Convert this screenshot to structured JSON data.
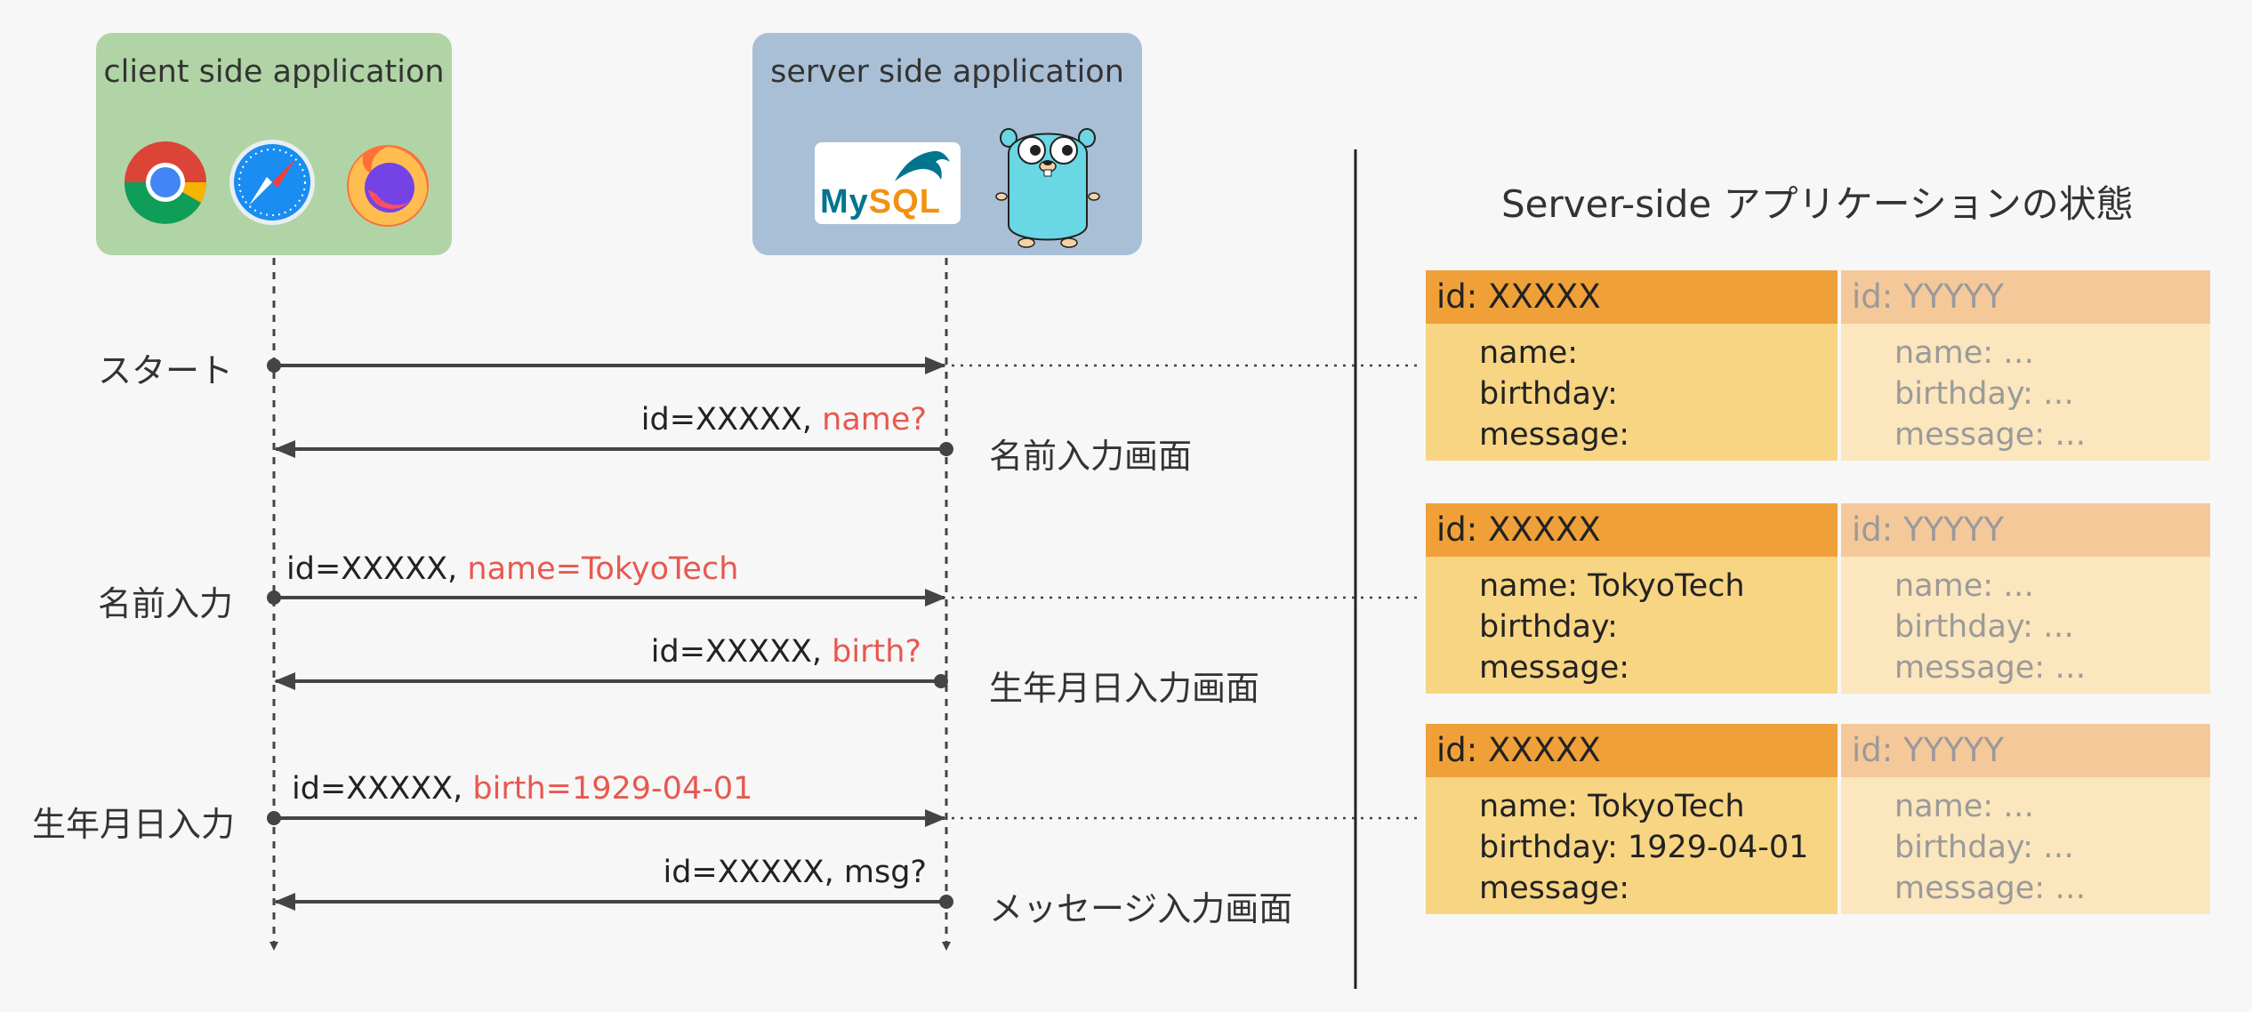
{
  "actors": {
    "client": {
      "title": "client side application",
      "icons": [
        "chrome-icon",
        "safari-icon",
        "firefox-icon"
      ]
    },
    "server": {
      "title": "server side application",
      "icons": [
        "mysql-logo",
        "go-gopher-icon"
      ],
      "mysql_text": "MySQL"
    }
  },
  "steps": [
    {
      "label": "スタート"
    },
    {
      "label": "名前入力"
    },
    {
      "label": "生年月日入力"
    }
  ],
  "messages": [
    {
      "prefix": "id=XXXXX, ",
      "highlight": "name?"
    },
    {
      "prefix": "id=XXXXX, ",
      "highlight": "name=TokyoTech"
    },
    {
      "prefix": "id=XXXXX, ",
      "highlight": "birth?"
    },
    {
      "prefix": "id=XXXXX, ",
      "highlight": "birth=1929-04-01"
    },
    {
      "prefix": "id=XXXXX, msg?",
      "highlight": ""
    }
  ],
  "screens": [
    "名前入力画面",
    "生年月日入力画面",
    "メッセージ入力画面"
  ],
  "state": {
    "title": "Server-side アプリケーションの状態",
    "cards": [
      {
        "active": {
          "id": "id: XXXXX",
          "name": "name:",
          "birthday": "birthday:",
          "message": "message:"
        },
        "other": {
          "id": "id: YYYYY",
          "name": "name: …",
          "birthday": "birthday: …",
          "message": "message: …"
        }
      },
      {
        "active": {
          "id": "id: XXXXX",
          "name": "name: TokyoTech",
          "birthday": "birthday:",
          "message": "message:"
        },
        "other": {
          "id": "id: YYYYY",
          "name": "name: …",
          "birthday": "birthday: …",
          "message": "message: …"
        }
      },
      {
        "active": {
          "id": "id: XXXXX",
          "name": "name: TokyoTech",
          "birthday": "birthday: 1929-04-01",
          "message": "message:"
        },
        "other": {
          "id": "id: YYYYY",
          "name": "name: …",
          "birthday": "birthday: …",
          "message": "message: …"
        }
      }
    ]
  },
  "colors": {
    "client_box": "#b1d4a6",
    "server_box": "#a9bfd6",
    "highlight": "#e8584f",
    "card_head": "#f0a038",
    "card_body": "#f8d583",
    "card_head_faded": "#f5c89a",
    "card_body_faded": "#fbe6bd"
  }
}
